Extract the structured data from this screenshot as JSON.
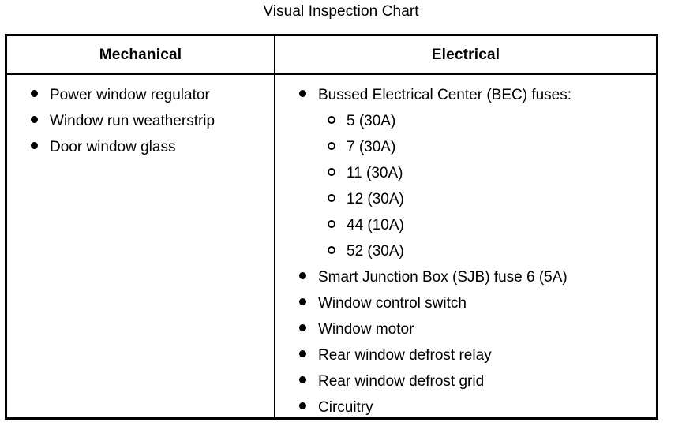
{
  "title": "Visual Inspection Chart",
  "colors": {
    "background": "#ffffff",
    "border": "#000000",
    "text": "#000000"
  },
  "table": {
    "columns": [
      {
        "header": "Mechanical",
        "items": [
          {
            "marker": "disc-bullet",
            "label": "Power window regulator"
          },
          {
            "marker": "disc-bullet",
            "label": "Window run weatherstrip"
          },
          {
            "marker": "disc-bullet",
            "label": "Door window glass"
          }
        ]
      },
      {
        "header": "Electrical",
        "items": [
          {
            "marker": "disc-bullet",
            "label": "Bussed Electrical Center (BEC) fuses:",
            "children": [
              {
                "marker": "ring-bullet",
                "label": "5 (30A)"
              },
              {
                "marker": "ring-bullet",
                "label": "7 (30A)"
              },
              {
                "marker": "ring-bullet",
                "label": "11 (30A)"
              },
              {
                "marker": "ring-bullet",
                "label": "12 (30A)"
              },
              {
                "marker": "ring-bullet",
                "label": "44 (10A)"
              },
              {
                "marker": "ring-bullet",
                "label": "52 (30A)"
              }
            ]
          },
          {
            "marker": "disc-bullet",
            "label": "Smart Junction Box (SJB) fuse 6 (5A)"
          },
          {
            "marker": "disc-bullet",
            "label": "Window control switch"
          },
          {
            "marker": "disc-bullet",
            "label": "Window motor"
          },
          {
            "marker": "disc-bullet",
            "label": "Rear window defrost relay"
          },
          {
            "marker": "disc-bullet",
            "label": "Rear window defrost grid"
          },
          {
            "marker": "disc-bullet",
            "label": "Circuitry"
          }
        ]
      }
    ]
  }
}
